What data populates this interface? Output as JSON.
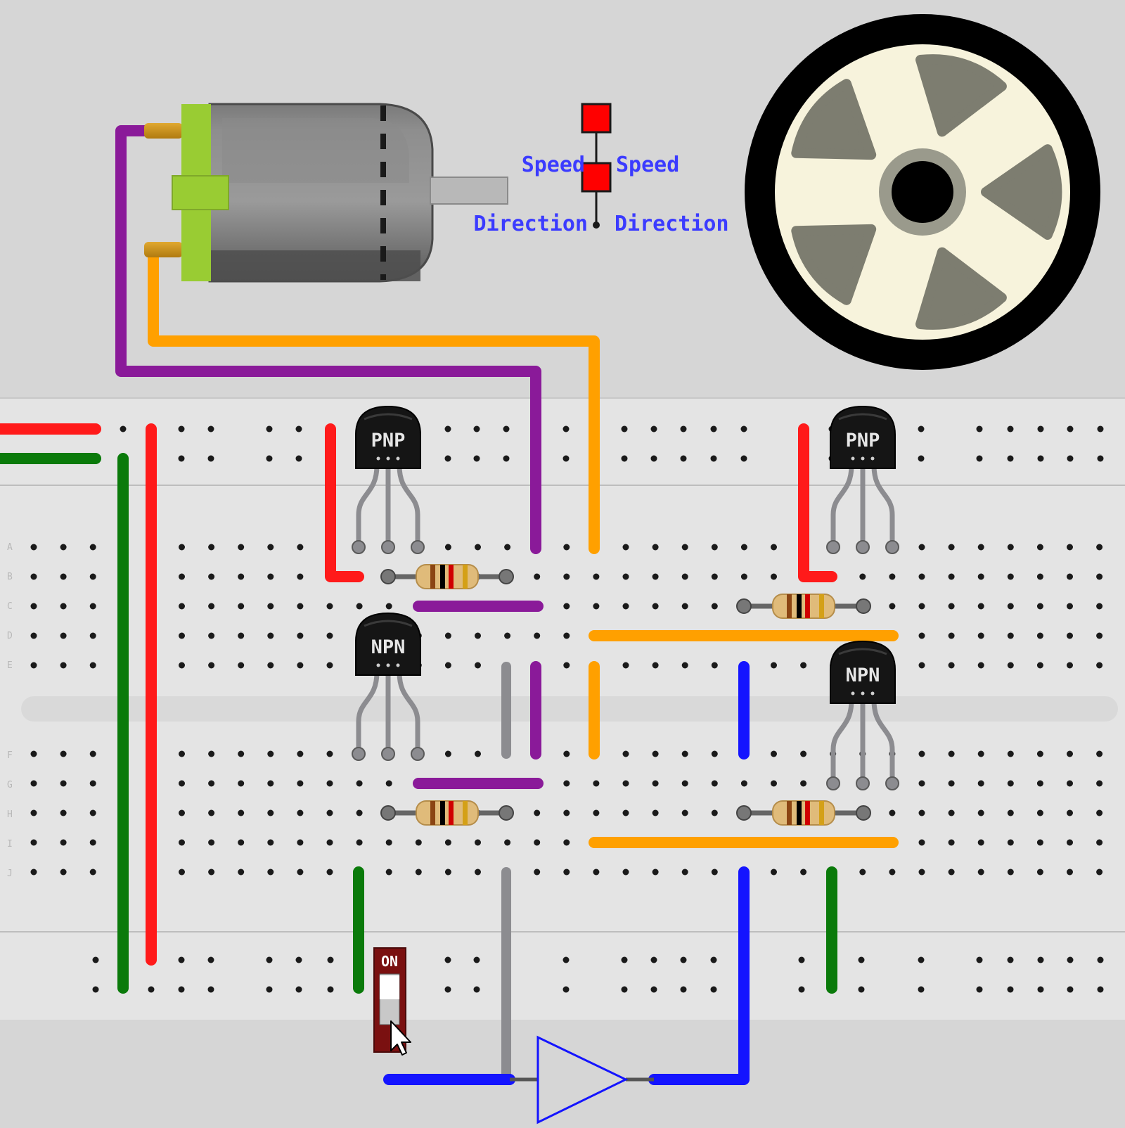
{
  "labels": {
    "speed_in": "Speed",
    "speed_out": "Speed",
    "direction_in": "Direction",
    "direction_out": "Direction",
    "switch_on": "ON"
  },
  "transistors": {
    "pnp_left": "PNP",
    "npn_left": "NPN",
    "pnp_right": "PNP",
    "npn_right": "NPN"
  },
  "colors": {
    "background": "#d6d6d6",
    "breadboard": "#e4e4e4",
    "wire_red": "#ff1a1a",
    "wire_green": "#0a7a0a",
    "wire_purple": "#8a1a99",
    "wire_orange": "#ffa000",
    "wire_blue": "#1414ff",
    "wire_gray": "#8c8c90",
    "label_blue": "#3b3bff",
    "motor_green": "#99cc33",
    "wheel_tire": "#000000",
    "wheel_rim": "#f7f3dc",
    "wheel_spoke": "#7d7d70"
  },
  "icons": {
    "motor": "dc-motor-icon",
    "wheel": "wheel-icon",
    "buffer": "buffer-gate-icon",
    "switch": "slide-switch-icon",
    "cursor": "mouse-pointer-icon"
  }
}
